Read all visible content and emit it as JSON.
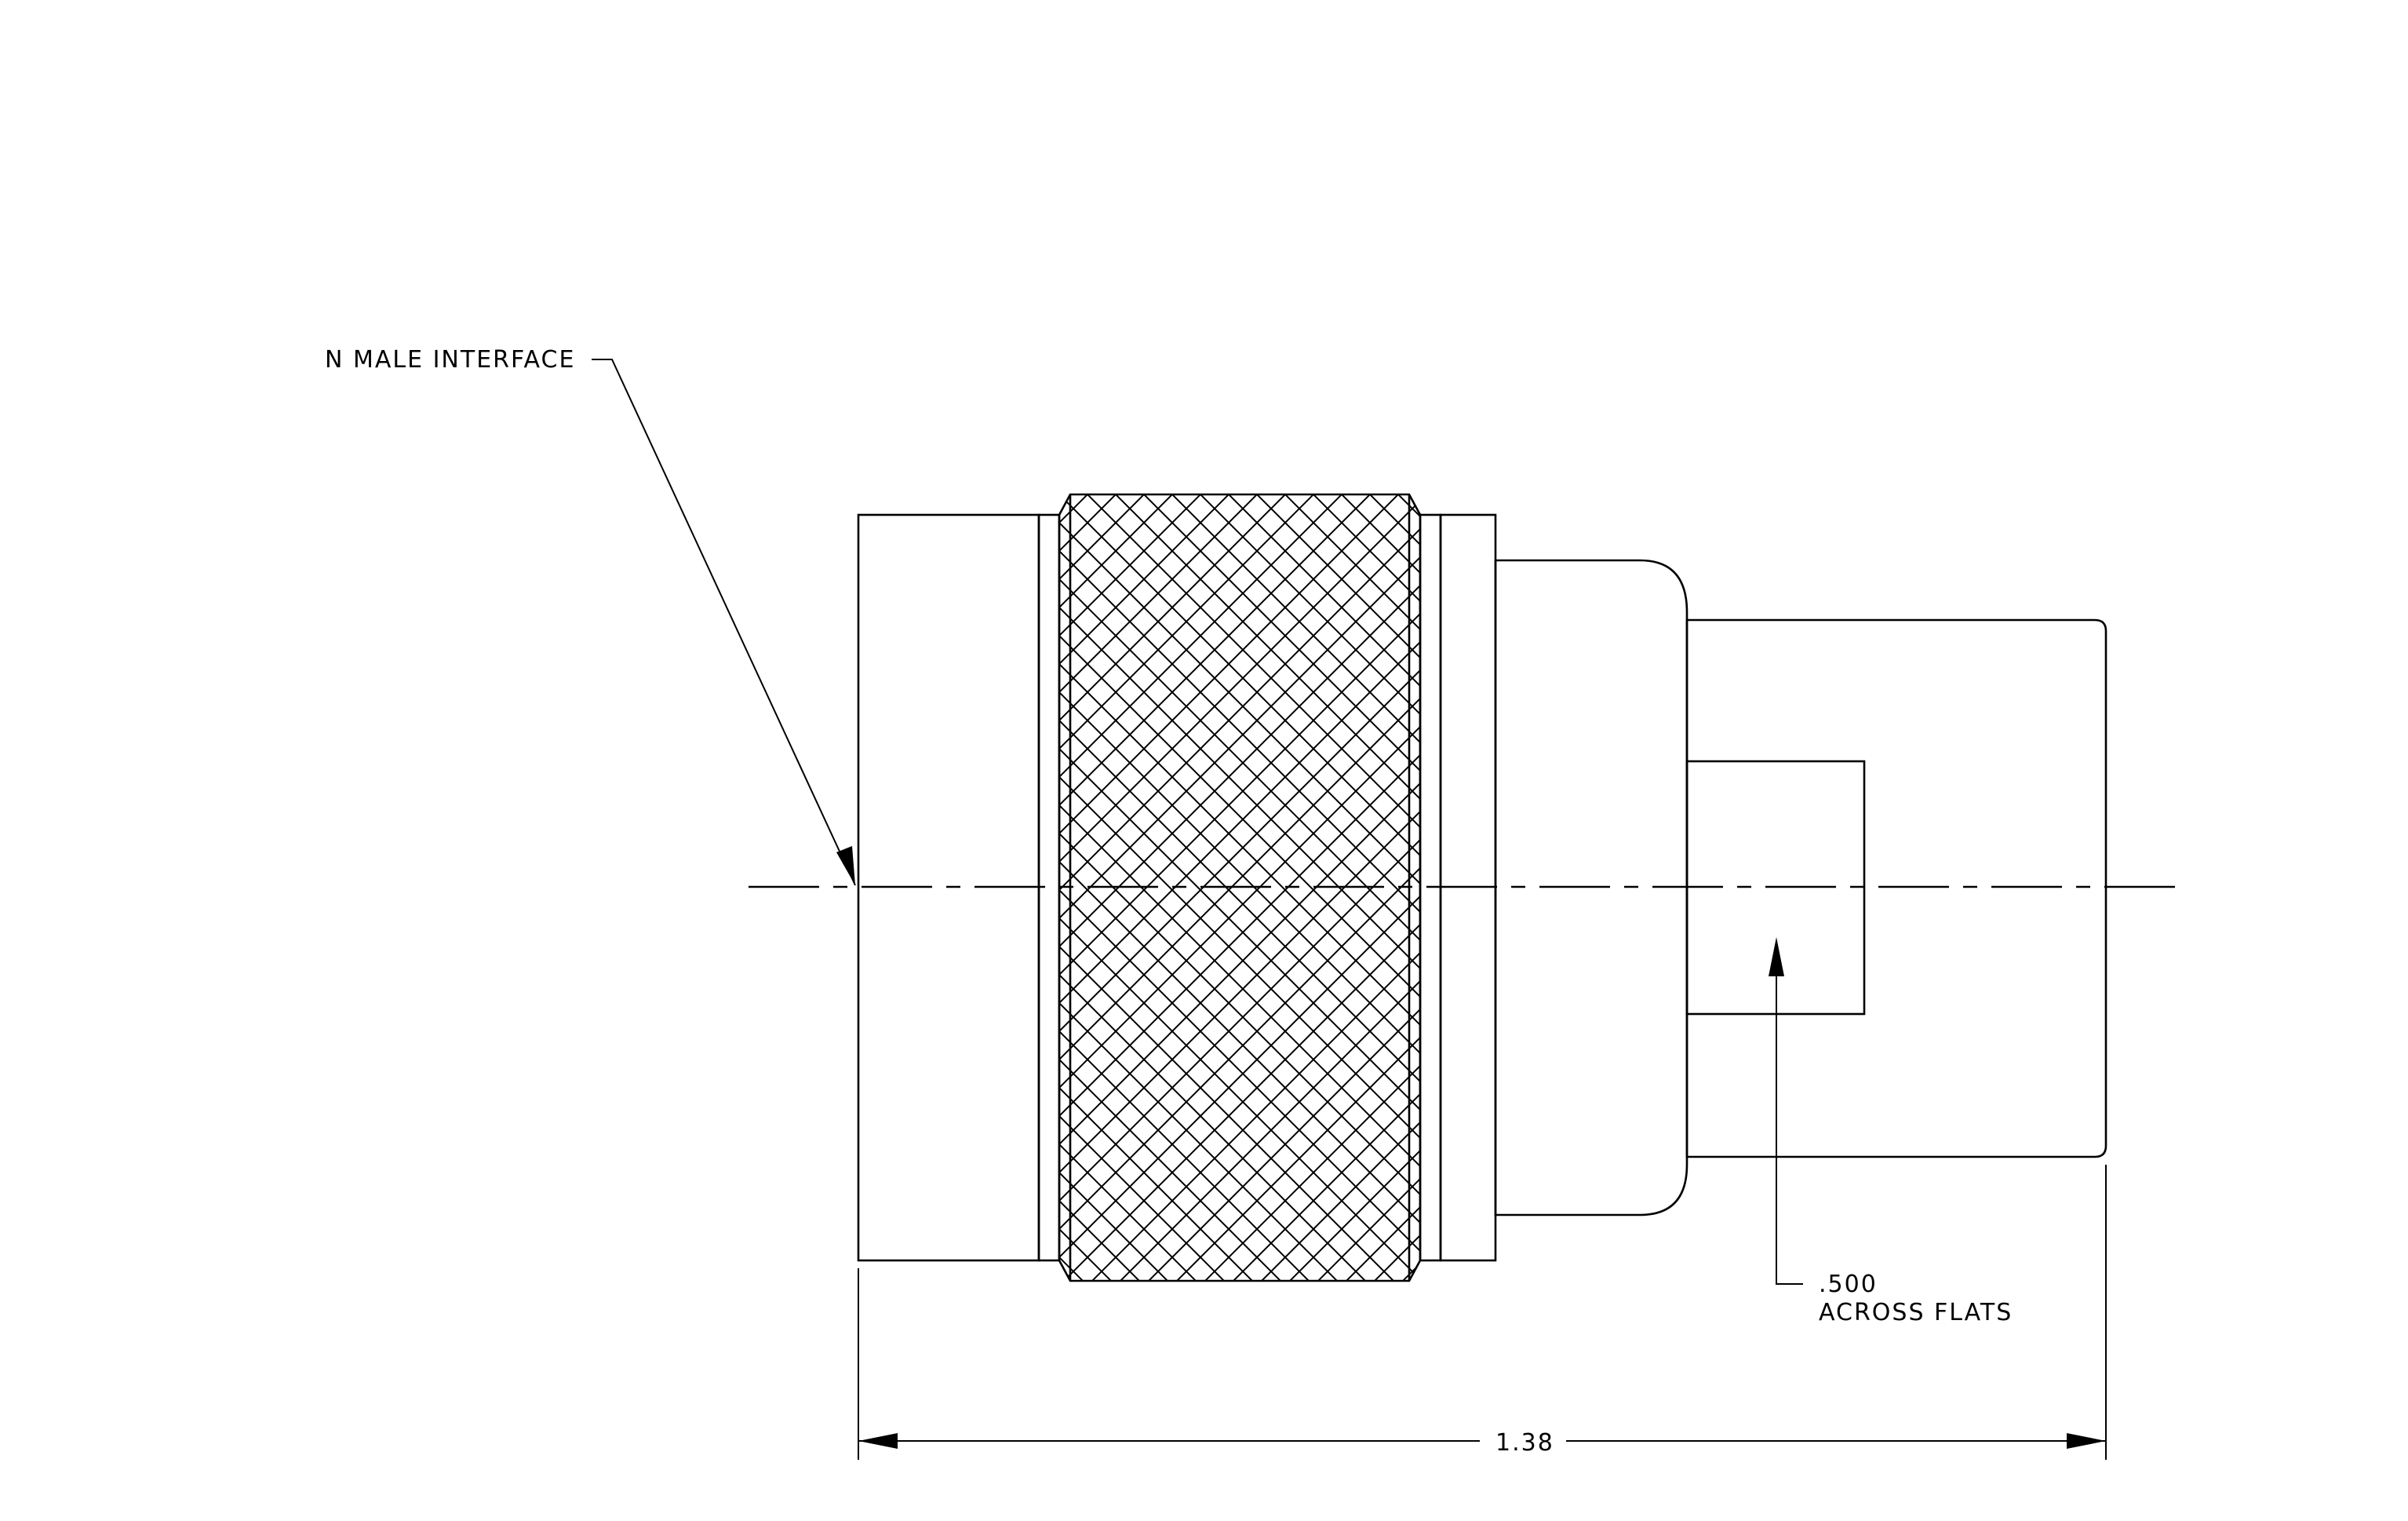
{
  "callouts": {
    "interface_label": "N MALE INTERFACE",
    "flats_value": ".500",
    "flats_label": "ACROSS FLATS",
    "overall_length": "1.38"
  }
}
